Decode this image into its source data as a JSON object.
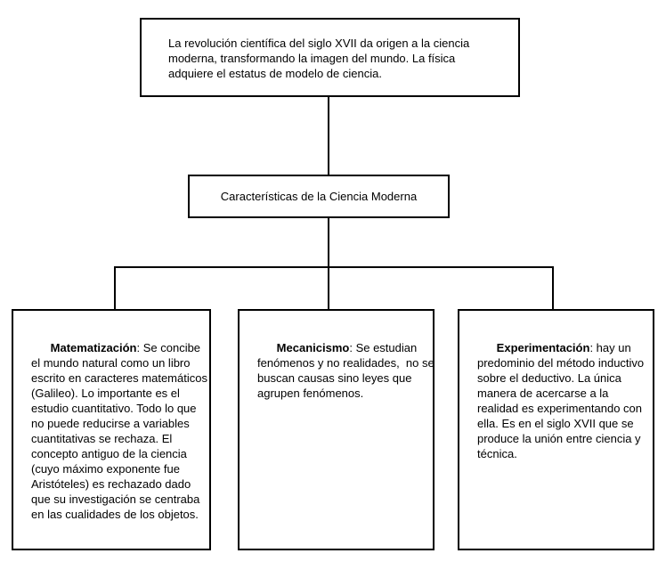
{
  "diagram": {
    "type": "flowchart",
    "title_node": {
      "id": "root",
      "text": "La revolución científica del siglo XVII da origen a la ciencia moderna, transformando la imagen del mundo. La física adquiere el estatus de modelo de ciencia."
    },
    "mid_node": {
      "id": "caracteristicas",
      "text": "Características de la Ciencia Moderna"
    },
    "leaves": [
      {
        "id": "matematizacion",
        "lead": "Matematización",
        "separator": ": ",
        "body": "Se concibe el mundo natural como un libro escrito en caracteres matemáticos (Galileo). Lo importante es el estudio cuantitativo. Todo lo que no puede reducirse a variables cuantitativas se rechaza. El concepto antiguo de la ciencia (cuyo máximo exponente fue Aristóteles) es rechazado dado que su investigación se centraba en las cualidades de los objetos."
      },
      {
        "id": "mecanicismo",
        "lead": "Mecanicismo",
        "separator": ": ",
        "body": "Se estudian fenómenos y no realidades,  no se buscan causas sino leyes que agrupen fenómenos."
      },
      {
        "id": "experimentacion",
        "lead": "Experimentación",
        "separator": ": ",
        "body": "hay un predominio del método inductivo sobre el deductivo. La única manera de acercarse a la realidad es experimentando con ella. Es en el siglo XVII que se produce la unión entre ciencia y técnica."
      }
    ],
    "colors": {
      "border": "#000000",
      "background": "#ffffff",
      "text": "#000000"
    }
  }
}
